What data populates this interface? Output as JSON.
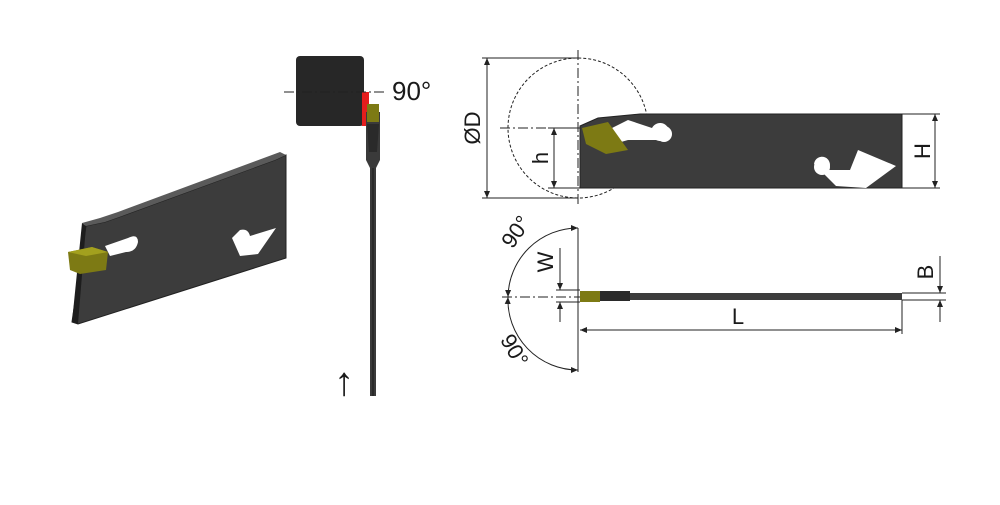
{
  "labels": {
    "angle_top": "90°",
    "diameter": "ØD",
    "h": "h",
    "H": "H",
    "W": "W",
    "B": "B",
    "L": "L",
    "angle_upper": "90°",
    "angle_lower": "90°",
    "feed_arrow": "↑"
  },
  "colors": {
    "blade": "#3c3c3c",
    "blade_edge": "#222222",
    "insert": "#7d7a14",
    "contact": "#e41d1d",
    "workpiece": "#272727",
    "dimension": "#222222"
  }
}
